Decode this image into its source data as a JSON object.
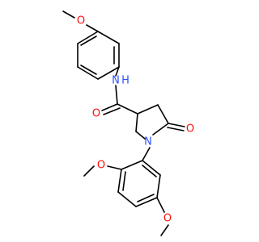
{
  "molecule": {
    "background_color": "#ffffff",
    "bond_color": "#000000",
    "element_colors": {
      "O": "#ff0d0d",
      "N": "#3050f8"
    },
    "atom_labels": [
      {
        "id": "o-top-methoxy",
        "element": "O",
        "text": "O"
      },
      {
        "id": "n-amide",
        "element": "N",
        "text": "N"
      },
      {
        "id": "h-amide",
        "element": "N",
        "text": "H"
      },
      {
        "id": "o-amide-carbonyl",
        "element": "O",
        "text": "O"
      },
      {
        "id": "n-ring",
        "element": "N",
        "text": "N"
      },
      {
        "id": "o-lactam-carbonyl",
        "element": "O",
        "text": "O"
      },
      {
        "id": "o-ortho-methoxy",
        "element": "O",
        "text": "O"
      },
      {
        "id": "o-meta-methoxy",
        "element": "O",
        "text": "O"
      }
    ]
  }
}
